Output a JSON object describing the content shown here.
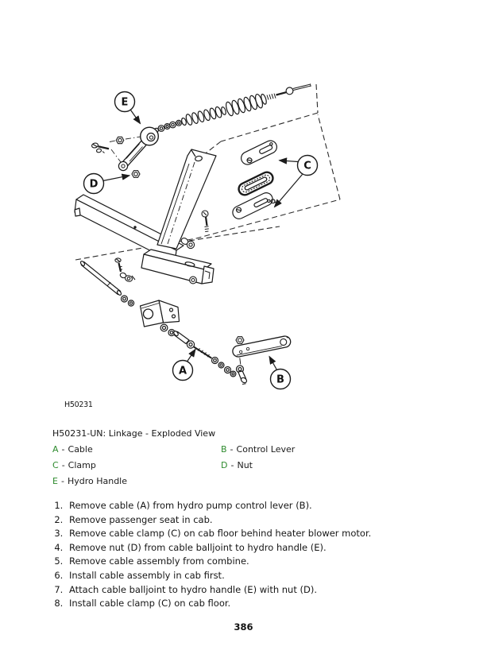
{
  "figure": {
    "image_label": "H50231",
    "caption": "H50231-UN: Linkage - Exploded View",
    "callouts": [
      {
        "letter": "E"
      },
      {
        "letter": "D"
      },
      {
        "letter": "C"
      },
      {
        "letter": "A"
      },
      {
        "letter": "B"
      }
    ]
  },
  "legend": {
    "accent_color": "#2e8b2e",
    "separator": "-",
    "items": [
      {
        "letter": "A",
        "label": "Cable"
      },
      {
        "letter": "B",
        "label": "Control Lever"
      },
      {
        "letter": "C",
        "label": "Clamp"
      },
      {
        "letter": "D",
        "label": "Nut"
      },
      {
        "letter": "E",
        "label": "Hydro Handle"
      }
    ]
  },
  "steps": [
    "Remove cable (A) from hydro pump control lever (B).",
    "Remove passenger seat in cab.",
    "Remove cable clamp (C) on cab floor behind heater blower motor.",
    "Remove nut (D) from cable balljoint to hydro handle (E).",
    "Remove cable assembly from combine.",
    "Install cable assembly in cab first.",
    "Attach cable balljoint to hydro handle (E) with nut (D).",
    "Install cable clamp (C) on cab floor."
  ],
  "page_number": "386"
}
